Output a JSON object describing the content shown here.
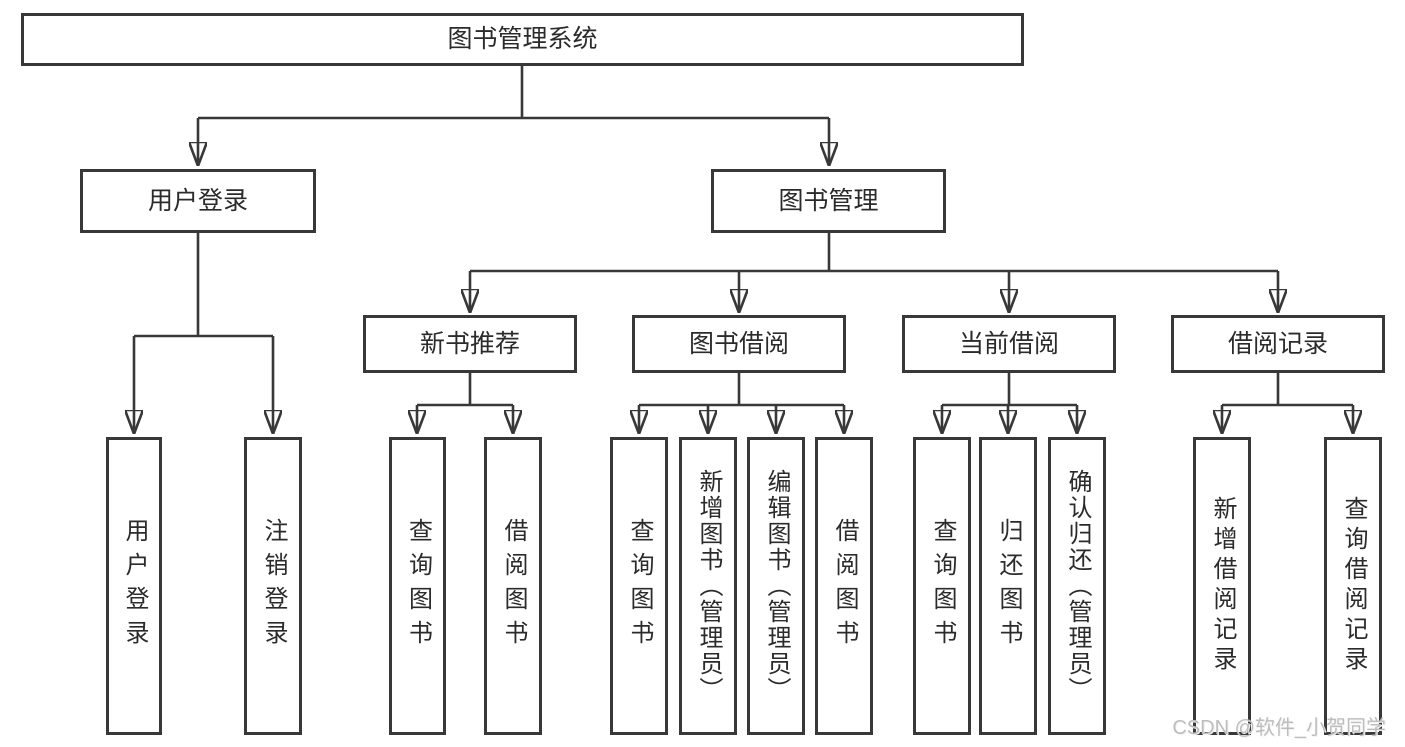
{
  "tree": {
    "root": {
      "label": "图书管理系统"
    },
    "level2": [
      {
        "id": "user-login",
        "label": "用户登录",
        "parent": "图书管理系统"
      },
      {
        "id": "book-management",
        "label": "图书管理",
        "parent": "图书管理系统"
      }
    ],
    "level3": [
      {
        "id": "new-book-recommend",
        "label": "新书推荐",
        "parent": "图书管理"
      },
      {
        "id": "book-borrowing",
        "label": "图书借阅",
        "parent": "图书管理"
      },
      {
        "id": "current-borrowing",
        "label": "当前借阅",
        "parent": "图书管理"
      },
      {
        "id": "borrowing-records",
        "label": "借阅记录",
        "parent": "图书管理"
      }
    ],
    "leaves": [
      {
        "id": "user-login-leaf",
        "label": "用户登录",
        "parent": "用户登录"
      },
      {
        "id": "logout",
        "label": "注销登录",
        "parent": "用户登录"
      },
      {
        "id": "query-book-recommend",
        "label": "查询图书",
        "parent": "新书推荐"
      },
      {
        "id": "borrow-book-recommend",
        "label": "借阅图书",
        "parent": "新书推荐"
      },
      {
        "id": "query-book-borrow",
        "label": "查询图书",
        "parent": "图书借阅"
      },
      {
        "id": "add-book-admin",
        "label": "新增图书（管理员）",
        "parent": "图书借阅"
      },
      {
        "id": "edit-book-admin",
        "label": "编辑图书（管理员）",
        "parent": "图书借阅"
      },
      {
        "id": "borrow-book",
        "label": "借阅图书",
        "parent": "图书借阅"
      },
      {
        "id": "query-book-current",
        "label": "查询图书",
        "parent": "当前借阅"
      },
      {
        "id": "return-book",
        "label": "归还图书",
        "parent": "当前借阅"
      },
      {
        "id": "confirm-return-admin",
        "label": "确认归还（管理员）",
        "parent": "当前借阅"
      },
      {
        "id": "add-borrow-record",
        "label": "新增借阅记录",
        "parent": "借阅记录"
      },
      {
        "id": "query-borrow-record",
        "label": "查询借阅记录",
        "parent": "借阅记录"
      }
    ]
  },
  "watermark": {
    "text": "CSDN @软件_小贺同学"
  },
  "colors": {
    "line": "#383838",
    "box_border": "#383838",
    "text": "#2b2b2b",
    "watermark": "#bdbdbd",
    "background": "#ffffff"
  }
}
